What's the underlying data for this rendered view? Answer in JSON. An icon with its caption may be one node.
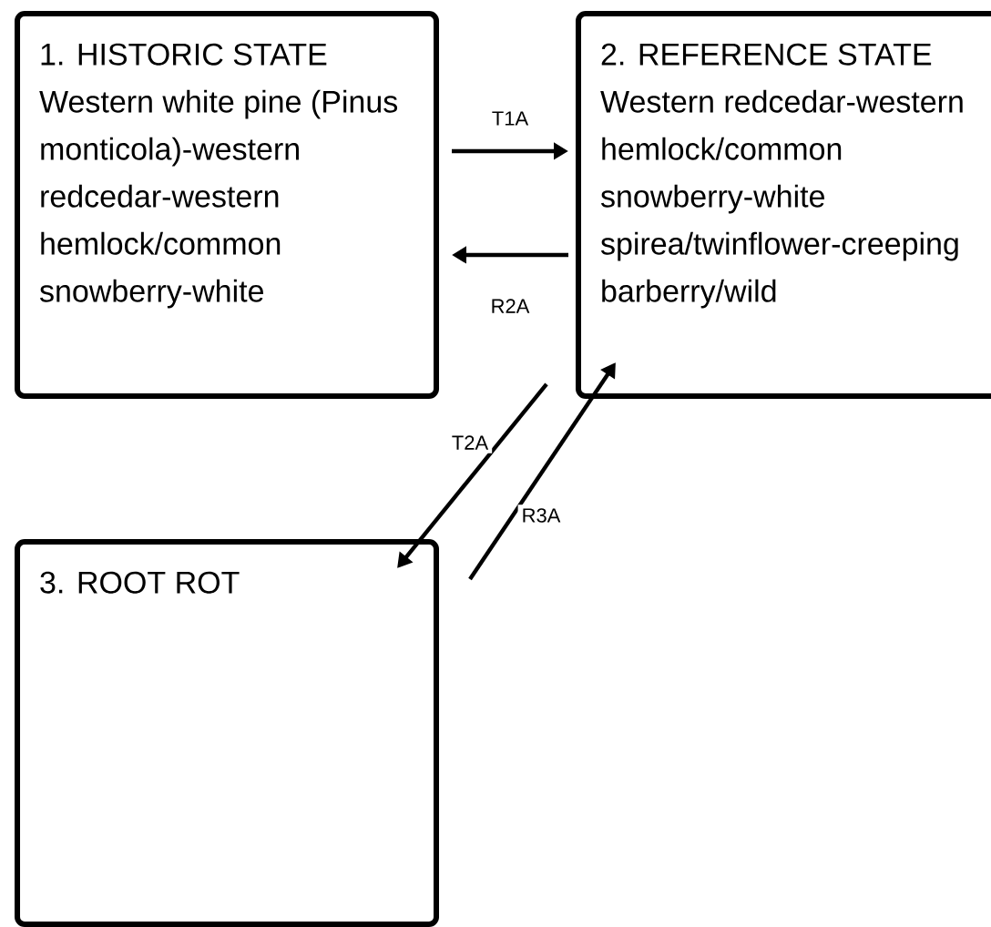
{
  "diagram": {
    "nodes": [
      {
        "text": [
          "1. HISTORIC STATE",
          "Western white pine (Pinus monticola)-western redcedar-western hemlock/common snowberry-white"
        ]
      },
      {
        "text": [
          "2. REFERENCE STATE",
          "Western redcedar-western hemlock/common snowberry-white spirea/twinflower-creeping barberry/wild"
        ]
      },
      {
        "text": [
          "3. ROOT ROT"
        ]
      }
    ],
    "edges": [
      {
        "from": 0,
        "to": 1,
        "arrow": "to",
        "label": "T1A"
      },
      {
        "from": 1,
        "to": 0,
        "arrow": "to",
        "label": "R2A"
      },
      {
        "from": 1,
        "to": 2,
        "arrow": "to",
        "label": "T2A"
      },
      {
        "from": 2,
        "to": 1,
        "arrow": "to",
        "label": "R3A"
      }
    ]
  }
}
